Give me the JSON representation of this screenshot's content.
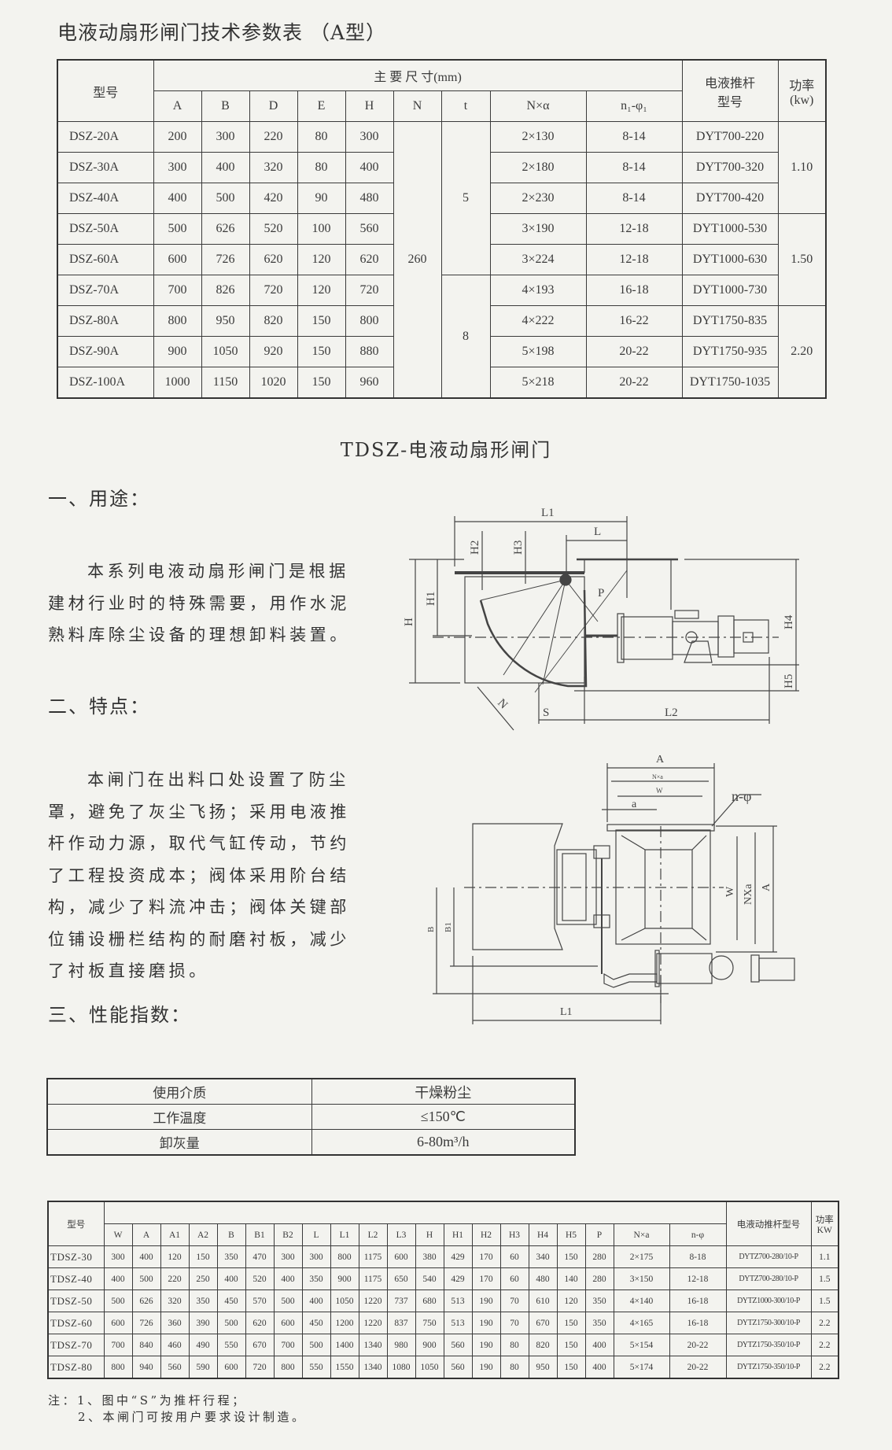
{
  "table_a": {
    "title": "电液动扇形闸门技术参数表 （A型）",
    "header_model": "型号",
    "header_main_dims": "主 要 尺 寸(mm)",
    "header_cols": [
      "A",
      "B",
      "D",
      "E",
      "H",
      "N",
      "t",
      "N×α",
      "n₁-φ₁"
    ],
    "header_actuator": "电液推杆\n型号",
    "header_power": "功率\n(kw)",
    "n_value": "260",
    "t_groups": [
      {
        "value": "5",
        "rows": 5
      },
      {
        "value": "8",
        "rows": 4
      }
    ],
    "power_groups": [
      {
        "value": "1.10",
        "rows": 3
      },
      {
        "value": "1.50",
        "rows": 3
      },
      {
        "value": "2.20",
        "rows": 3
      }
    ],
    "rows": [
      {
        "model": "DSZ-20A",
        "A": "200",
        "B": "300",
        "D": "220",
        "E": "80",
        "H": "300",
        "nxa": "2×130",
        "nphi": "8-14",
        "actuator": "DYT700-220"
      },
      {
        "model": "DSZ-30A",
        "A": "300",
        "B": "400",
        "D": "320",
        "E": "80",
        "H": "400",
        "nxa": "2×180",
        "nphi": "8-14",
        "actuator": "DYT700-320"
      },
      {
        "model": "DSZ-40A",
        "A": "400",
        "B": "500",
        "D": "420",
        "E": "90",
        "H": "480",
        "nxa": "2×230",
        "nphi": "8-14",
        "actuator": "DYT700-420"
      },
      {
        "model": "DSZ-50A",
        "A": "500",
        "B": "626",
        "D": "520",
        "E": "100",
        "H": "560",
        "nxa": "3×190",
        "nphi": "12-18",
        "actuator": "DYT1000-530"
      },
      {
        "model": "DSZ-60A",
        "A": "600",
        "B": "726",
        "D": "620",
        "E": "120",
        "H": "620",
        "nxa": "3×224",
        "nphi": "12-18",
        "actuator": "DYT1000-630"
      },
      {
        "model": "DSZ-70A",
        "A": "700",
        "B": "826",
        "D": "720",
        "E": "120",
        "H": "720",
        "nxa": "4×193",
        "nphi": "16-18",
        "actuator": "DYT1000-730"
      },
      {
        "model": "DSZ-80A",
        "A": "800",
        "B": "950",
        "D": "820",
        "E": "150",
        "H": "800",
        "nxa": "4×222",
        "nphi": "16-22",
        "actuator": "DYT1750-835"
      },
      {
        "model": "DSZ-90A",
        "A": "900",
        "B": "1050",
        "D": "920",
        "E": "150",
        "H": "880",
        "nxa": "5×198",
        "nphi": "20-22",
        "actuator": "DYT1750-935"
      },
      {
        "model": "DSZ-100A",
        "A": "1000",
        "B": "1150",
        "D": "1020",
        "E": "150",
        "H": "960",
        "nxa": "5×218",
        "nphi": "20-22",
        "actuator": "DYT1750-1035"
      }
    ]
  },
  "subtitle": "TDSZ-电液动扇形闸门",
  "section1": {
    "heading": "一、用途：",
    "lines": [
      "本系列电液动扇形闸门是根据",
      "建材行业时的特殊需要，用作水泥",
      "熟料库除尘设备的理想卸料装置。"
    ]
  },
  "section2": {
    "heading": "二、特点：",
    "lines": [
      "本闸门在出料口处设置了防尘",
      "罩，避免了灰尘飞扬；采用电液推",
      "杆作动力源，取代气缸传动，节约",
      "了工程投资成本；阀体采用阶台结",
      "构，减少了料流冲击；阀体关键部",
      "位铺设栅栏结构的耐磨衬板，减少",
      "了衬板直接磨损。"
    ]
  },
  "section3": {
    "heading": "三、性能指数："
  },
  "drawing_side": {
    "labels": {
      "L1": "L1",
      "L": "L",
      "H2": "H2",
      "H3": "H3",
      "H": "H",
      "H1": "H1",
      "P": "P",
      "H4": "H4",
      "H5": "H5",
      "N": "N",
      "S": "S",
      "L2": "L2"
    }
  },
  "drawing_top": {
    "labels": {
      "A": "A",
      "Nxa": "N×a",
      "W": "W",
      "a": "a",
      "nphi": "n-φ",
      "W2": "W",
      "NXa2": "NXa",
      "A2": "A",
      "B": "B",
      "B1": "B1",
      "L1": "L1"
    }
  },
  "performance": [
    {
      "label": "使用介质",
      "value": "干燥粉尘"
    },
    {
      "label": "工作温度",
      "value": "≤150℃"
    },
    {
      "label": "卸灰量",
      "value": "6-80m³/h"
    }
  ],
  "table_b": {
    "header_model": "型号",
    "header_cols": [
      "W",
      "A",
      "A1",
      "A2",
      "B",
      "B1",
      "B2",
      "L",
      "L1",
      "L2",
      "L3",
      "H",
      "H1",
      "H2",
      "H3",
      "H4",
      "H5",
      "P",
      "N×a",
      "n-φ"
    ],
    "header_actuator": "电液动推杆型号",
    "header_power": "功率\nKW",
    "rows": [
      {
        "model": "TDSZ-30",
        "vals": [
          "300",
          "400",
          "120",
          "150",
          "350",
          "470",
          "300",
          "300",
          "800",
          "1175",
          "600",
          "380",
          "429",
          "170",
          "60",
          "340",
          "150",
          "280",
          "2×175",
          "8-18"
        ],
        "actuator": "DYTZ700-280/10-P",
        "power": "1.1"
      },
      {
        "model": "TDSZ-40",
        "vals": [
          "400",
          "500",
          "220",
          "250",
          "400",
          "520",
          "400",
          "350",
          "900",
          "1175",
          "650",
          "540",
          "429",
          "170",
          "60",
          "480",
          "140",
          "280",
          "3×150",
          "12-18"
        ],
        "actuator": "DYTZ700-280/10-P",
        "power": "1.5"
      },
      {
        "model": "TDSZ-50",
        "vals": [
          "500",
          "626",
          "320",
          "350",
          "450",
          "570",
          "500",
          "400",
          "1050",
          "1220",
          "737",
          "680",
          "513",
          "190",
          "70",
          "610",
          "120",
          "350",
          "4×140",
          "16-18"
        ],
        "actuator": "DYTZ1000-300/10-P",
        "power": "1.5"
      },
      {
        "model": "TDSZ-60",
        "vals": [
          "600",
          "726",
          "360",
          "390",
          "500",
          "620",
          "600",
          "450",
          "1200",
          "1220",
          "837",
          "750",
          "513",
          "190",
          "70",
          "670",
          "150",
          "350",
          "4×165",
          "16-18"
        ],
        "actuator": "DYTZ1750-300/10-P",
        "power": "2.2"
      },
      {
        "model": "TDSZ-70",
        "vals": [
          "700",
          "840",
          "460",
          "490",
          "550",
          "670",
          "700",
          "500",
          "1400",
          "1340",
          "980",
          "900",
          "560",
          "190",
          "80",
          "820",
          "150",
          "400",
          "5×154",
          "20-22"
        ],
        "actuator": "DYTZ1750-350/10-P",
        "power": "2.2"
      },
      {
        "model": "TDSZ-80",
        "vals": [
          "800",
          "940",
          "560",
          "590",
          "600",
          "720",
          "800",
          "550",
          "1550",
          "1340",
          "1080",
          "1050",
          "560",
          "190",
          "80",
          "950",
          "150",
          "400",
          "5×174",
          "20-22"
        ],
        "actuator": "DYTZ1750-350/10-P",
        "power": "2.2"
      }
    ]
  },
  "notes": [
    "注：1、图中“S”为推杆行程；",
    "2、本闸门可按用户要求设计制造。"
  ]
}
